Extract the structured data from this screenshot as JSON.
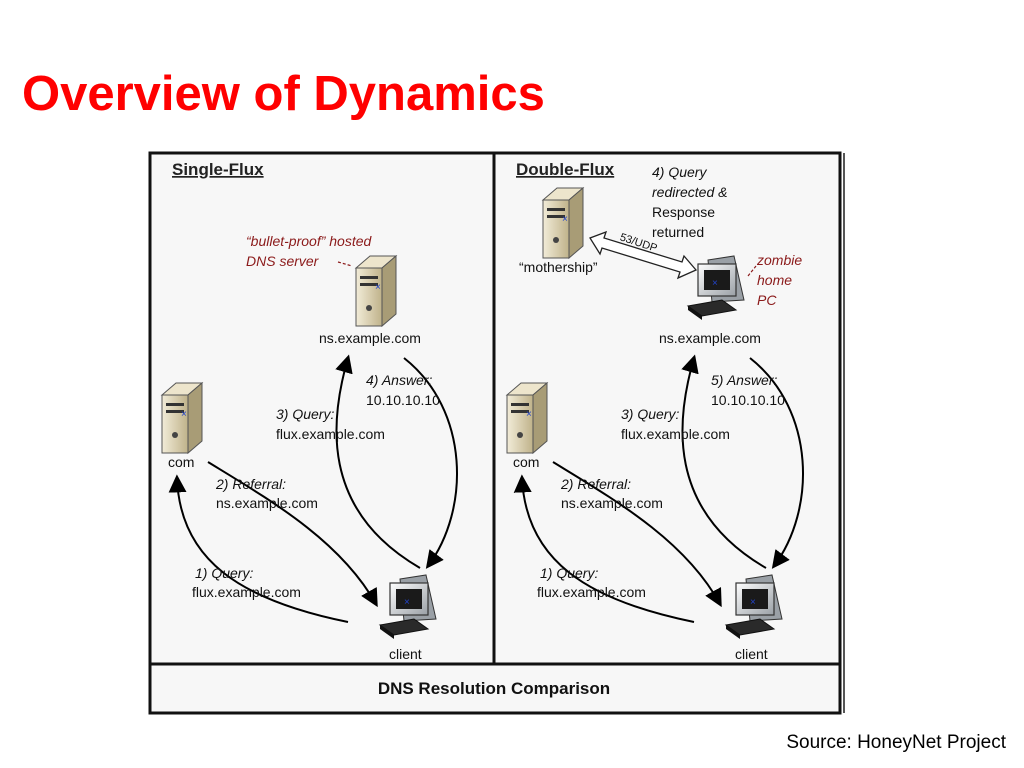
{
  "slide": {
    "title": "Overview of Dynamics",
    "source": "Source: HoneyNet Project"
  },
  "diagram": {
    "caption": "DNS Resolution Comparison",
    "single_flux": {
      "title": "Single-Flux",
      "dns_note_line1": "“bullet-proof” hosted",
      "dns_note_line2": "DNS server",
      "ns_label": "ns.example.com",
      "com_label": "com",
      "client_label": "client",
      "steps": {
        "query1_title": "1) Query:",
        "query1_value": "flux.example.com",
        "referral2_title": "2) Referral:",
        "referral2_value": "ns.example.com",
        "query3_title": "3) Query:",
        "query3_value": "flux.example.com",
        "answer4_title": "4) Answer:",
        "answer4_value": "10.10.10.10"
      }
    },
    "double_flux": {
      "title": "Double-Flux",
      "mothership_label": "“mothership”",
      "port_label": "53/UDP",
      "query_note_line1": "4) Query",
      "query_note_line2": "redirected &",
      "query_note_line3": "Response",
      "query_note_line4": "returned",
      "zombie_line1": "zombie",
      "zombie_line2": "home",
      "zombie_line3": "PC",
      "ns_label": "ns.example.com",
      "com_label": "com",
      "client_label": "client",
      "steps": {
        "query1_title": "1) Query:",
        "query1_value": "flux.example.com",
        "referral2_title": "2) Referral:",
        "referral2_value": "ns.example.com",
        "query3_title": "3) Query:",
        "query3_value": "flux.example.com",
        "answer5_title": "5) Answer:",
        "answer5_value": "10.10.10.10"
      }
    }
  },
  "colors": {
    "title_red": "#ff0000",
    "note_red": "#8b1a1a",
    "panel_bg": "#f7f7f7",
    "server_beige": "#d9cfae"
  }
}
